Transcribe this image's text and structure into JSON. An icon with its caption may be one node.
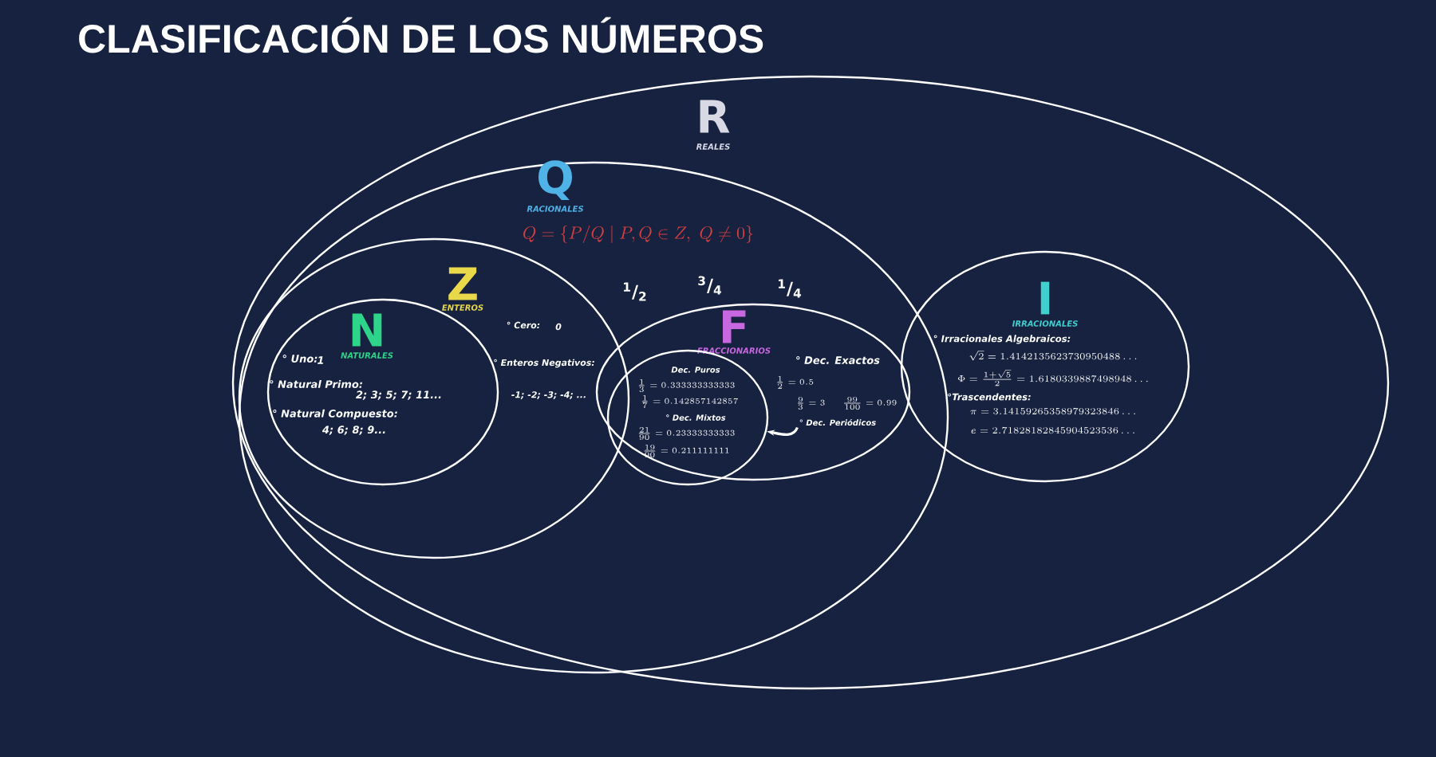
{
  "diagram": {
    "title": "CLASIFICACIÓN DE LOS NÚMEROS",
    "nodes": [
      {
        "text": [
          "R",
          "REALES"
        ]
      },
      {
        "text": [
          "Q",
          "RACIONALES",
          "Q=\\{P/Q \\mid P,Q\\in Z,\\ Q\\neq 0\\}",
          "$^{1}$/$_{2}$",
          "$^{3}$/$_{4}$",
          "$^{1}$/$_{4}$"
        ],
        "in": 0
      },
      {
        "text": [
          "Z",
          "ENTEROS",
          "° Cero:",
          "0",
          "° Enteros Negativos:",
          "-1; -2; -3; -4; ..."
        ],
        "in": 1
      },
      {
        "text": [
          "N",
          "NATURALES",
          "° Uno:",
          "1",
          "° Natural Primo:",
          "2; 3; 5; 7; 11...",
          "° Natural Compuesto:",
          "4; 6; 8; 9..."
        ],
        "in": 2
      },
      {
        "text": [
          "F",
          "FRACCIONARIOS",
          "° Dec. Exactos",
          "\\frac{1}{2}=0.5",
          "\\frac{9}{3}=3",
          "\\frac{99}{100}=0.99"
        ],
        "in": 1
      },
      {
        "text": [
          "Dec. Puros",
          "\\frac{1}{3}=0.333333333333",
          "\\frac{1}{7}=0.142857142857",
          "° Dec. Mixtos",
          "\\frac{21}{90}=0.23333333333",
          "\\frac{19}{90}=0.211111111"
        ],
        "in": 4
      },
      {
        "text": [
          "° Dec. Periódicos"
        ],
        "in": 4
      },
      {
        "text": [
          "I",
          "IRRACIONALES",
          "° Irracionales Algebraicos:",
          "\\sqrt{2}=1.4142135623730950488\\ldots",
          "\\Phi=\\frac{1+\\sqrt{5}}{2}=1.6180339887498948\\ldots",
          "°Trascendentes:",
          "\\pi=3.14159265358979323846\\ldots",
          "e=2.71828182845904523536\\ldots"
        ],
        "in": 0
      }
    ],
    "edges": [
      {
        "from": 6,
        "to": 5,
        "arrow": "to"
      }
    ]
  }
}
